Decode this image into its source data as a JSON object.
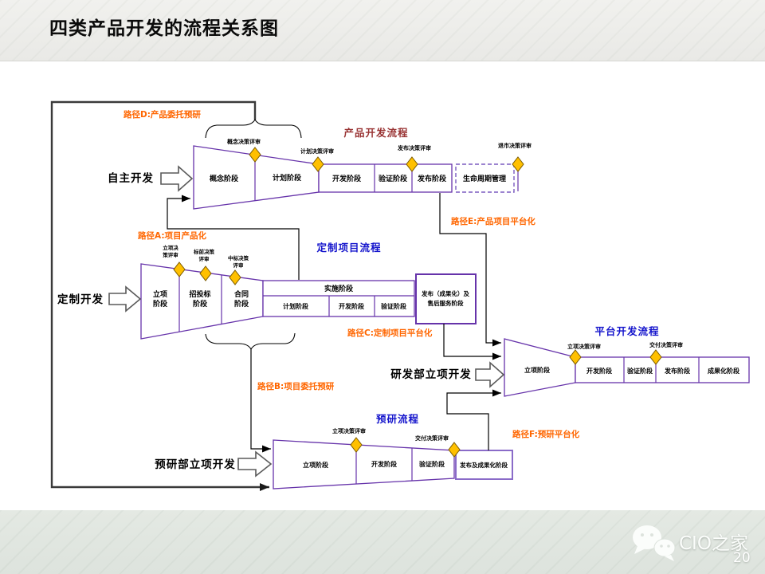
{
  "slide": {
    "title": "四类产品开发的流程关系图",
    "page_number": "20",
    "watermark": "CIO之家"
  },
  "colors": {
    "purple": "#6633AA",
    "gold": "#FFC000",
    "orange": "#FF6600",
    "blue": "#1414CC",
    "product_title_red": "#993333"
  },
  "paths": {
    "a": "路径A:项目产品化",
    "b": "路径B:项目委托预研",
    "c": "路径C:定制项目平台化",
    "d": "路径D:产品委托预研",
    "e": "路径E:产品项目平台化",
    "f": "路径F:预研平台化"
  },
  "product": {
    "title": "产品开发流程",
    "input": "自主开发",
    "phases": [
      "概念阶段",
      "计划阶段",
      "开发阶段",
      "验证阶段",
      "发布阶段"
    ],
    "lifecycle": "生命周期管理",
    "reviews": [
      "概念决策评审",
      "计划决策评审",
      "发布决策评审",
      "退市决策评审"
    ]
  },
  "custom": {
    "title": "定制项目流程",
    "input": "定制开发",
    "funnel_phases": [
      [
        "立项",
        "阶段"
      ],
      [
        "招投标",
        "阶段"
      ],
      [
        "合同",
        "阶段"
      ]
    ],
    "impl": "实施阶段",
    "sub_phases": [
      "计划阶段",
      "开发阶段",
      "验证阶段"
    ],
    "release": [
      "发布（成果化）及",
      "售后服务阶段"
    ],
    "reviews": [
      [
        "立项决",
        "策评审"
      ],
      [
        "标前决策",
        "评审"
      ],
      [
        "中标决策",
        "评审"
      ]
    ]
  },
  "platform": {
    "title": "平台开发流程",
    "input": "研发部立项开发",
    "funnel_phase": "立项阶段",
    "phases": [
      "开发阶段",
      "验证阶段",
      "发布阶段",
      "成果化阶段"
    ],
    "reviews": [
      "立项决策评审",
      "交付决策评审"
    ]
  },
  "preresearch": {
    "title": "预研流程",
    "input": "预研部立项开发",
    "phases": [
      "立项阶段",
      "开发阶段",
      "验证阶段"
    ],
    "release": "发布及成果化阶段",
    "reviews": [
      "立项决策评审",
      "交付决策评审"
    ]
  }
}
